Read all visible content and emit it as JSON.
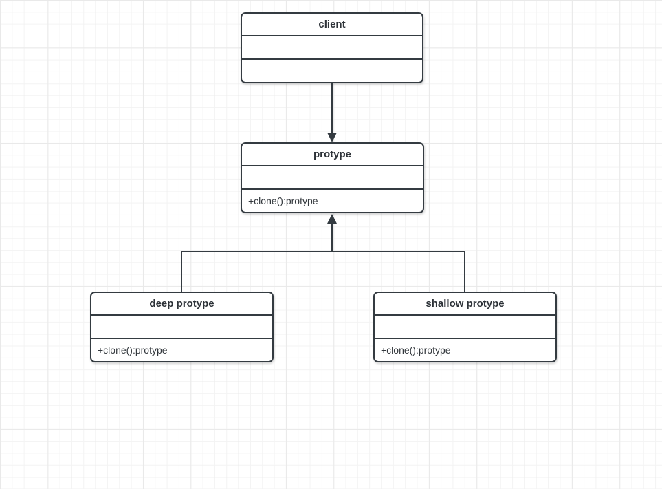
{
  "canvas": {
    "background_color": "#ffffff",
    "grid_minor_color": "#f3f3f3",
    "grid_major_color": "#e9e9e9",
    "shape_border_color": "#343b41",
    "shape_fill_color": "#ffffff"
  },
  "diagram": {
    "type": "uml-class-diagram",
    "classes": [
      {
        "id": "client",
        "title": "client",
        "attributes": "",
        "methods": ""
      },
      {
        "id": "protype",
        "title": "protype",
        "attributes": "",
        "methods": "+clone():protype"
      },
      {
        "id": "deep-protype",
        "title": "deep protype",
        "attributes": "",
        "methods": "+clone():protype"
      },
      {
        "id": "shallow-protype",
        "title": "shallow protype",
        "attributes": "",
        "methods": "+clone():protype"
      }
    ],
    "connectors": [
      {
        "from": "client",
        "to": "protype",
        "line": "solid",
        "arrowhead": "filled-triangle",
        "direction": "down"
      },
      {
        "from": "deep-protype",
        "to": "protype",
        "line": "solid",
        "arrowhead": "filled-triangle",
        "direction": "up"
      },
      {
        "from": "shallow-protype",
        "to": "protype",
        "line": "solid",
        "arrowhead": "filled-triangle",
        "direction": "up"
      }
    ]
  }
}
